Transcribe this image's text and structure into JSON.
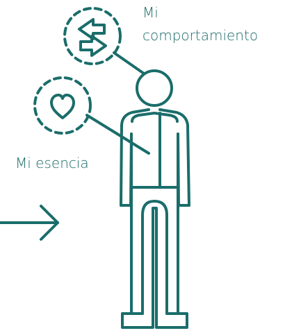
{
  "colors": {
    "stroke": "#1a6d6a",
    "text": "#1c6a68",
    "background": "#ffffff"
  },
  "labels": {
    "behavior_line1": "Mi",
    "behavior_line2": "comportamiento",
    "essence": "Mi esencia"
  },
  "icons": {
    "behavior": "swap-arrows-icon",
    "essence": "heart-icon",
    "arrow": "right-arrow-icon"
  }
}
